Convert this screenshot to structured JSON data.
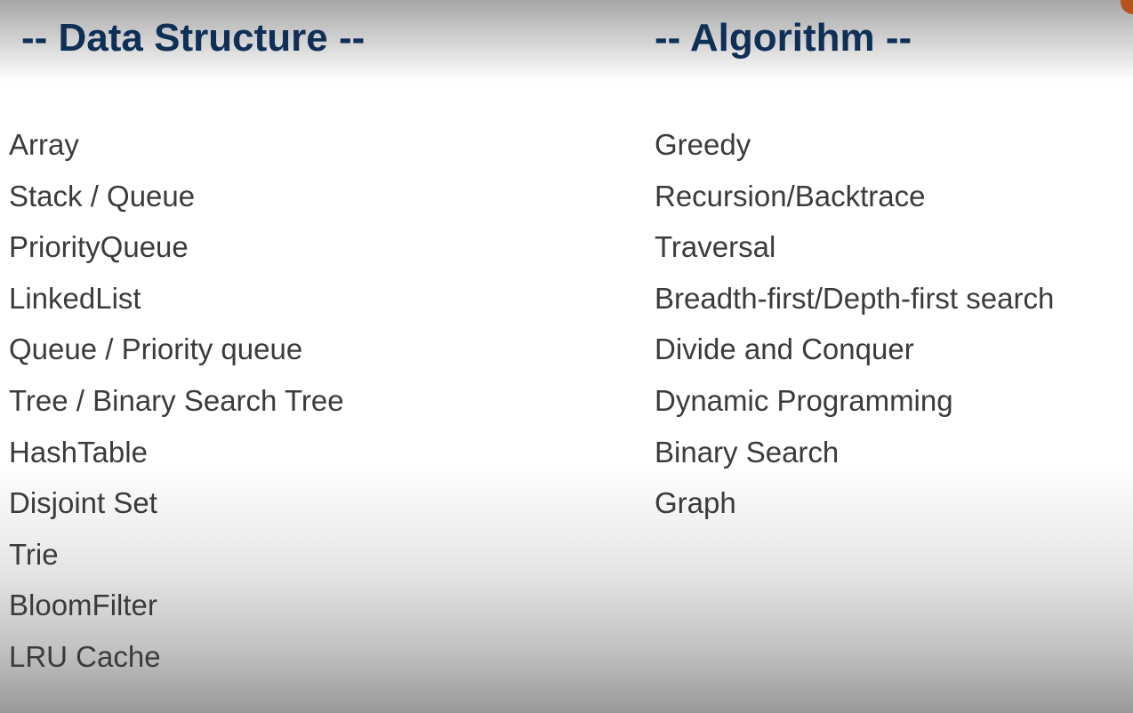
{
  "data_structure": {
    "title": "-- Data Structure --",
    "items": [
      "Array",
      "Stack / Queue",
      "PriorityQueue",
      "LinkedList",
      "Queue / Priority queue",
      "Tree / Binary Search Tree",
      "HashTable",
      "Disjoint Set",
      "Trie",
      "BloomFilter",
      "LRU Cache"
    ]
  },
  "algorithm": {
    "title": "-- Algorithm --",
    "items": [
      "Greedy",
      "Recursion/Backtrace",
      "Traversal",
      "Breadth-first/Depth-first search",
      "Divide and Conquer",
      "Dynamic Programming",
      "Binary Search",
      "Graph"
    ]
  }
}
